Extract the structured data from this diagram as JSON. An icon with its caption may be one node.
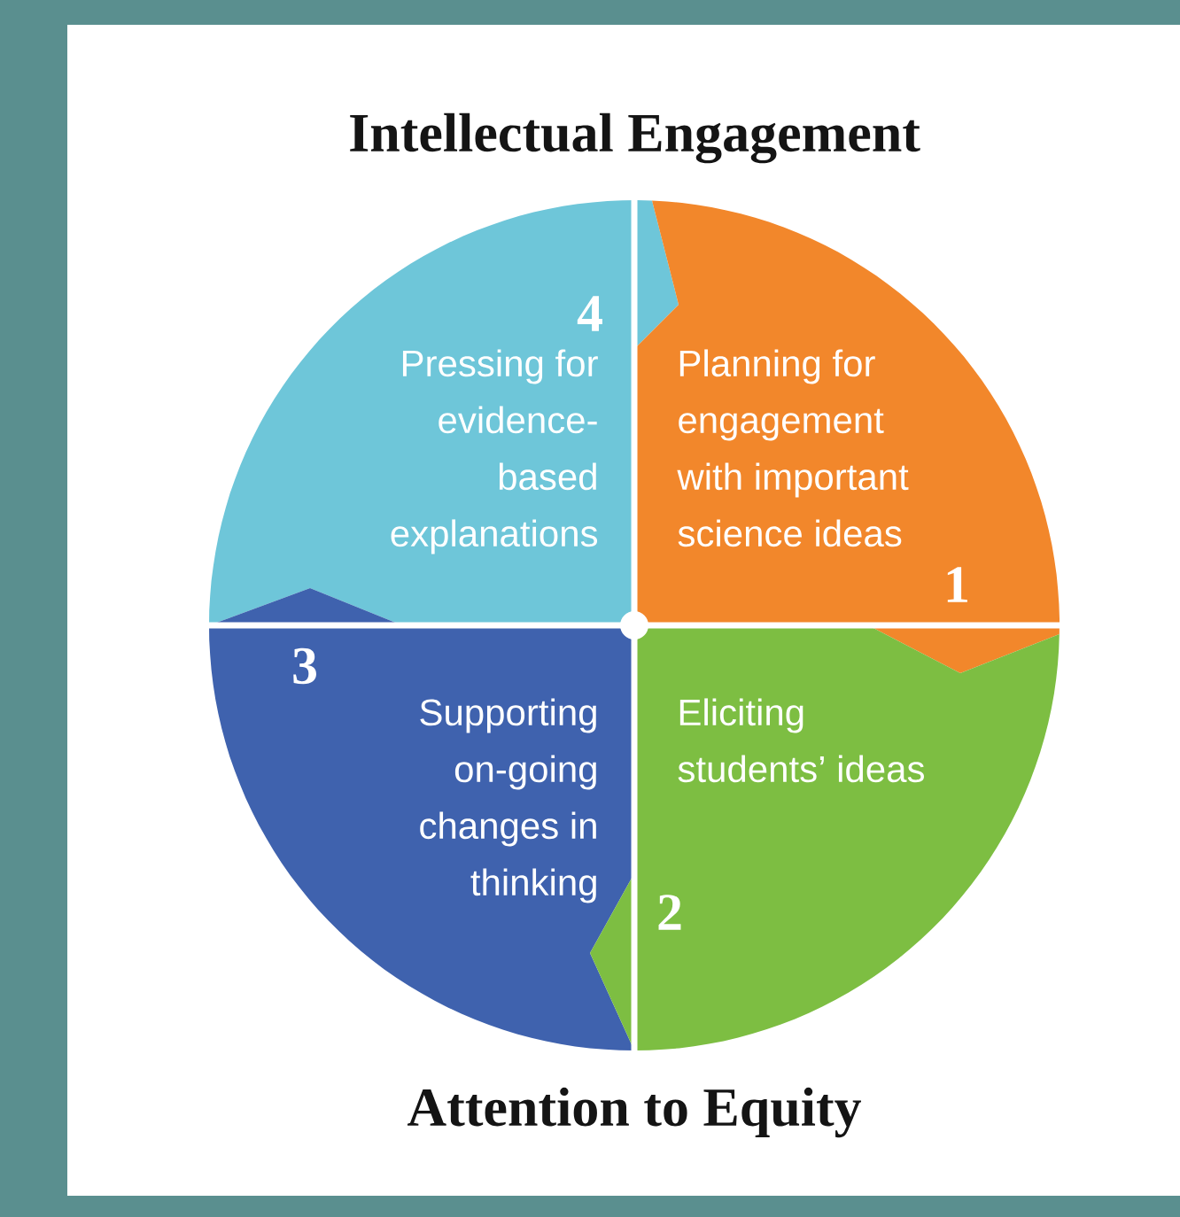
{
  "diagram": {
    "nodes": [
      {
        "text": [
          "4",
          "Pressing for evidence-based explanations"
        ]
      },
      {
        "text": [
          "Planning for engagement with important science ideas",
          "1"
        ]
      },
      {
        "text": [
          "3",
          "Supporting on-going changes in thinking"
        ]
      },
      {
        "text": [
          "Eliciting students’ ideas",
          "2"
        ]
      }
    ],
    "labels": [
      "Intellectual Engagement",
      "Attention to Equity"
    ]
  }
}
